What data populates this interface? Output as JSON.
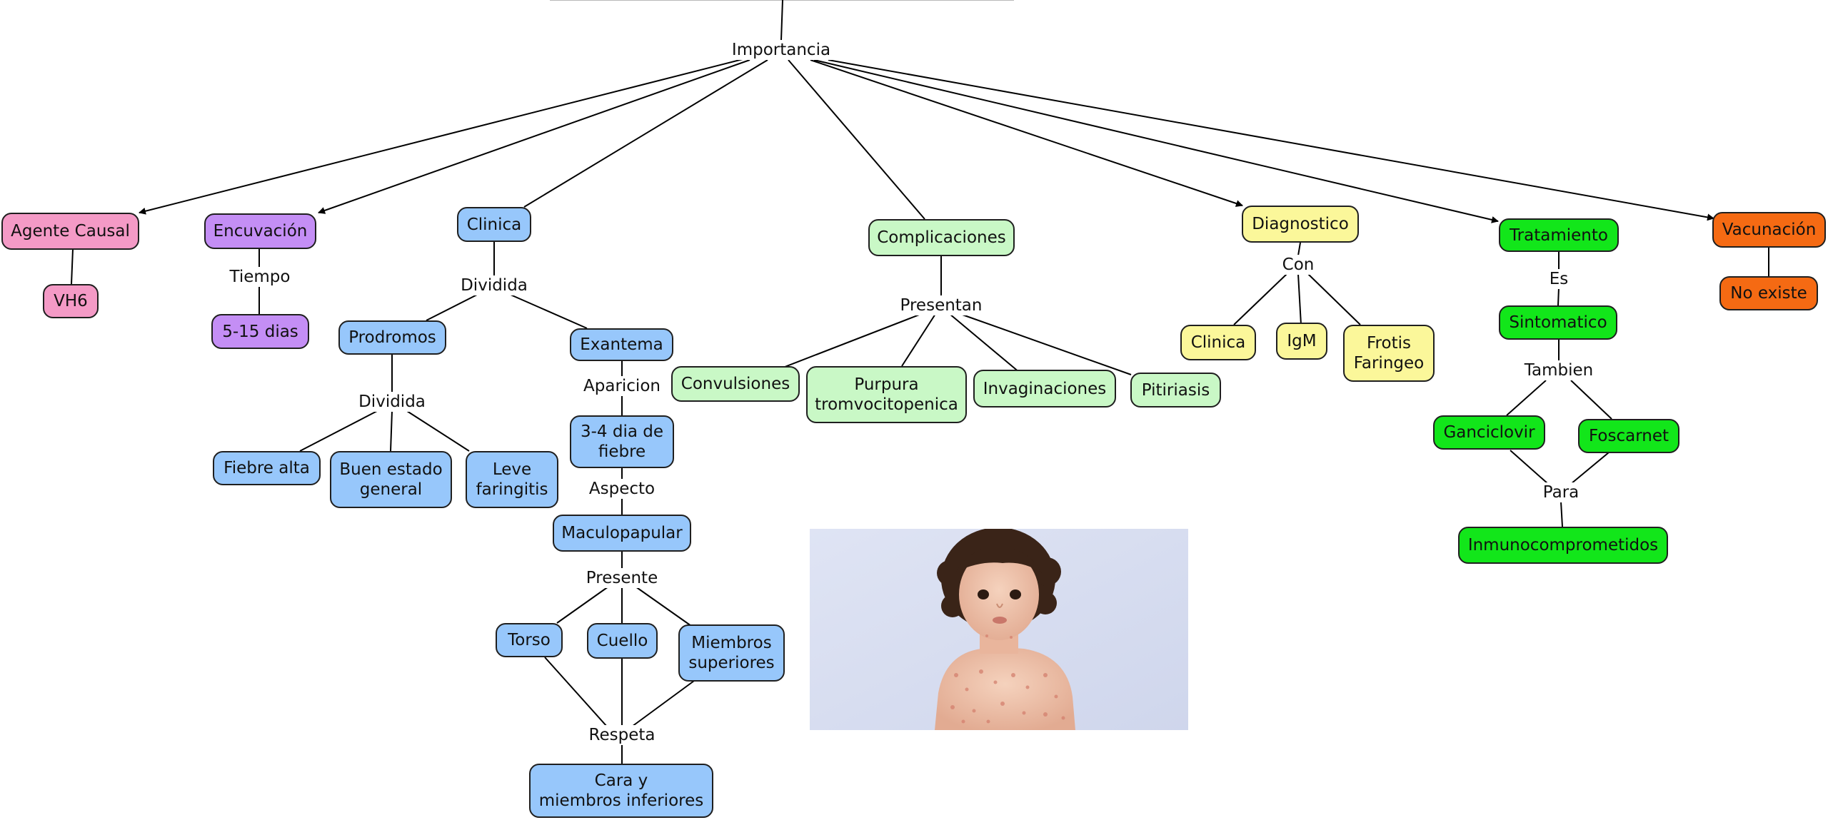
{
  "root": {
    "label": "Importancia"
  },
  "nodes": {
    "agente": "Agente Causal",
    "vh6": "VH6",
    "encuvacion": "Encuvación",
    "tiempo": "Tiempo",
    "dias": "5-15 dias",
    "clinica": "Clinica",
    "dividida1": "Dividida",
    "prodromos": "Prodromos",
    "dividida2": "Dividida",
    "fiebre": "Fiebre alta",
    "buen": "Buen estado\ngeneral",
    "leve": "Leve\nfaringitis",
    "exantema": "Exantema",
    "aparicion": "Aparicion",
    "tresdias": "3-4 dia de\nfiebre",
    "aspecto": "Aspecto",
    "macu": "Maculopapular",
    "presente": "Presente",
    "torso": "Torso",
    "cuello": "Cuello",
    "miembros": "Miembros\nsuperiores",
    "respeta": "Respeta",
    "cara": "Cara y\nmiembros inferiores",
    "complicaciones": "Complicaciones",
    "presentan": "Presentan",
    "convulsiones": "Convulsiones",
    "purpura": "Purpura\ntromvocitopenica",
    "invaginaciones": "Invaginaciones",
    "pitiriasis": "Pitiriasis",
    "diagnostico": "Diagnostico",
    "con": "Con",
    "dclinica": "Clinica",
    "igm": "IgM",
    "frotis": "Frotis\nFaringeo",
    "tratamiento": "Tratamiento",
    "es": "Es",
    "sintomatico": "Sintomatico",
    "tambien": "Tambien",
    "ganciclovir": "Ganciclovir",
    "foscarnet": "Foscarnet",
    "para": "Para",
    "inmuno": "Inmunocomprometidos",
    "vacunacion": "Vacunación",
    "noexiste": "No existe"
  },
  "colors": {
    "pink": "#f49ac6",
    "purple": "#c48ef5",
    "blue": "#97c7fb",
    "light_green": "#c9f8c6",
    "yellow": "#fbf79a",
    "green": "#12e61a",
    "orange": "#f56a13"
  }
}
